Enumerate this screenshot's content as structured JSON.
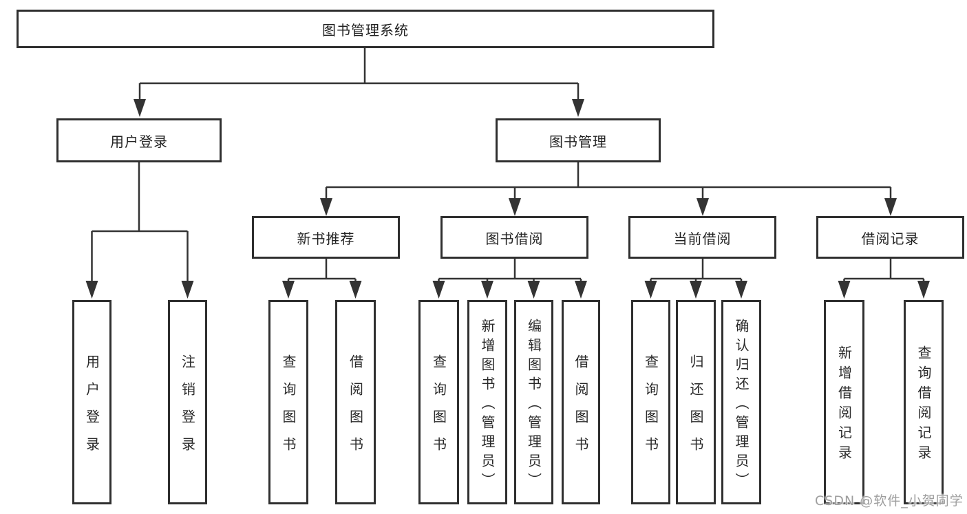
{
  "diagram": {
    "type": "hierarchy-tree",
    "colors": {
      "line": "#333333",
      "box_border": "#2f2f2f",
      "box_fill": "#ffffff",
      "text": "#222222",
      "watermark": "#9e9e9e",
      "background": "#ffffff"
    },
    "watermark": "CSDN @软件_小贺同学",
    "root": {
      "label": "图书管理系统",
      "children": [
        {
          "label": "用户登录",
          "children": [
            {
              "label": "用户登录"
            },
            {
              "label": "注销登录"
            }
          ]
        },
        {
          "label": "图书管理",
          "children": [
            {
              "label": "新书推荐",
              "children": [
                {
                  "label": "查询图书"
                },
                {
                  "label": "借阅图书"
                }
              ]
            },
            {
              "label": "图书借阅",
              "children": [
                {
                  "label": "查询图书"
                },
                {
                  "label": "新增图书（管理员）"
                },
                {
                  "label": "编辑图书（管理员）"
                },
                {
                  "label": "借阅图书"
                }
              ]
            },
            {
              "label": "当前借阅",
              "children": [
                {
                  "label": "查询图书"
                },
                {
                  "label": "归还图书"
                },
                {
                  "label": "确认归还（管理员）"
                }
              ]
            },
            {
              "label": "借阅记录",
              "children": [
                {
                  "label": "新增借阅记录"
                },
                {
                  "label": "查询借阅记录"
                }
              ]
            }
          ]
        }
      ]
    }
  }
}
